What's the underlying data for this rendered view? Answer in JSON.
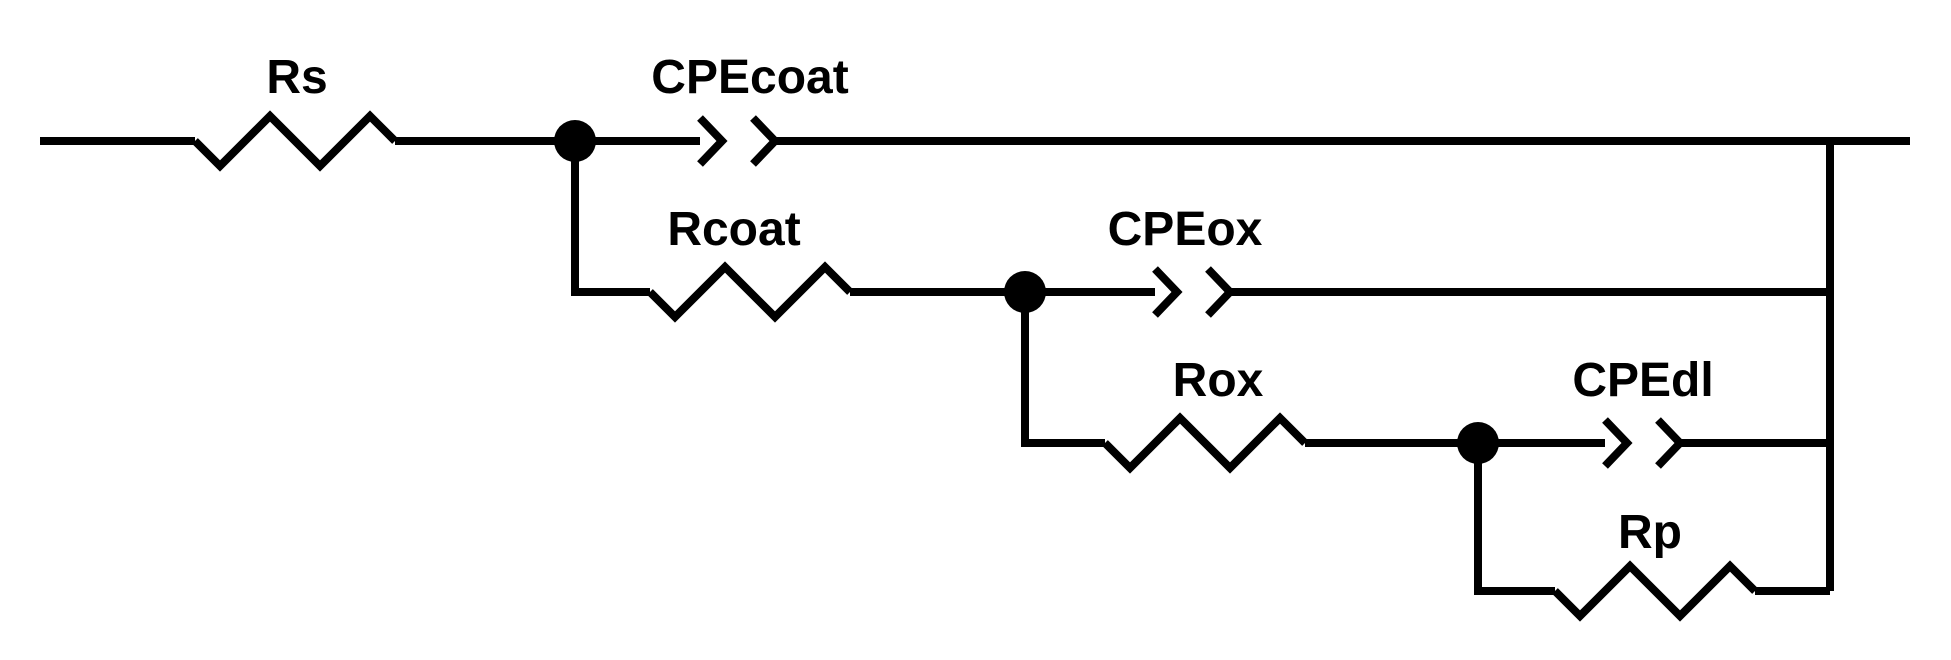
{
  "diagram": {
    "components": {
      "rs": {
        "label": "Rs",
        "kind": "resistor"
      },
      "cpe_coat": {
        "label": "CPEcoat",
        "kind": "constant-phase-element"
      },
      "r_coat": {
        "label": "Rcoat",
        "kind": "resistor"
      },
      "cpe_ox": {
        "label": "CPEox",
        "kind": "constant-phase-element"
      },
      "r_ox": {
        "label": "Rox",
        "kind": "resistor"
      },
      "cpe_dl": {
        "label": "CPEdl",
        "kind": "constant-phase-element"
      },
      "r_p": {
        "label": "Rp",
        "kind": "resistor"
      }
    },
    "colors": {
      "line": "#000000",
      "background": "#ffffff"
    }
  }
}
